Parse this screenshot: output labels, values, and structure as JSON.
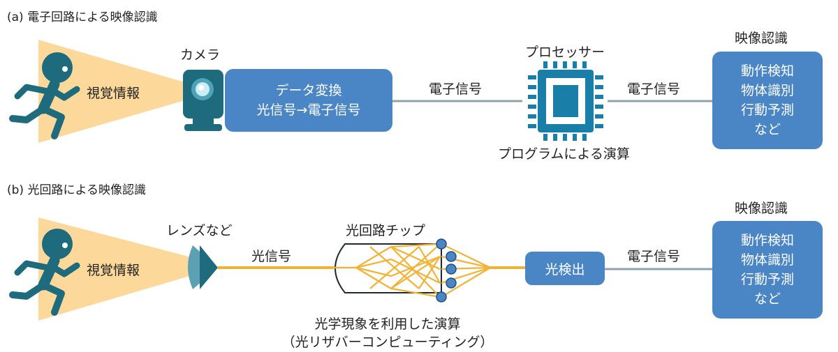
{
  "section_a": {
    "title": "(a) 電子回路による映像認識",
    "vision_label": "視覚情報",
    "camera_label": "カメラ",
    "convert_box": {
      "line1": "データ変換",
      "line2": "光信号→電子信号"
    },
    "signal1": "電子信号",
    "processor_label": "プロセッサー",
    "processor_caption": "プログラムによる演算",
    "signal2": "電子信号",
    "recognition_title": "映像認識",
    "recognition_items": [
      "動作検知",
      "物体識別",
      "行動予測",
      "など"
    ]
  },
  "section_b": {
    "title": "(b) 光回路による映像認識",
    "vision_label": "視覚情報",
    "lens_label": "レンズなど",
    "light_signal": "光信号",
    "chip_label": "光回路チップ",
    "chip_caption_line1": "光学現象を利用した演算",
    "chip_caption_line2": "（光リザバーコンピューティング）",
    "detect_box": "光検出",
    "signal": "電子信号",
    "recognition_title": "映像認識",
    "recognition_items": [
      "動作検知",
      "物体識別",
      "行動予測",
      "など"
    ]
  },
  "colors": {
    "blue_box": "#4a86c5",
    "teal": "#1f6b7e",
    "light_cone": "#fcd99a",
    "light_line": "#f2b233",
    "wire": "#8fa3ad",
    "chip": "#1a7fa8"
  },
  "icons": [
    "running-person-icon",
    "camera-icon",
    "processor-chip-icon",
    "lens-icon",
    "photonic-chip-icon"
  ]
}
